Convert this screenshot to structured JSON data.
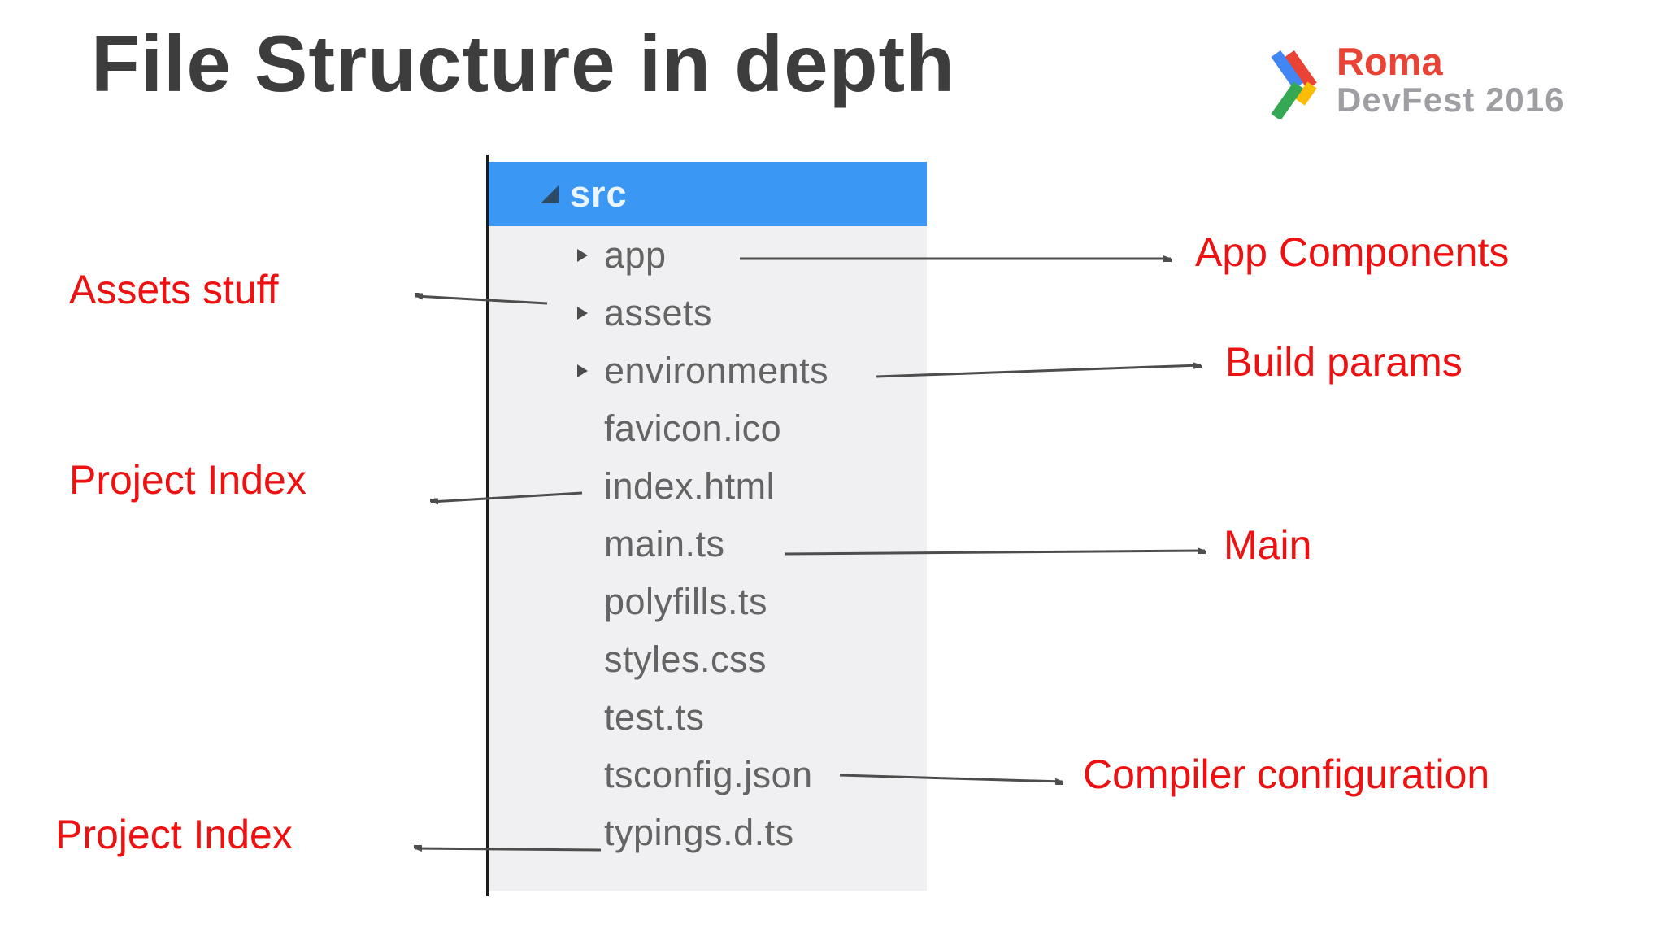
{
  "title": "File Structure in depth",
  "logo": {
    "city": "Roma",
    "event": "DevFest 2016"
  },
  "file_tree": {
    "root": "src",
    "root_state": "expanded-selected",
    "children": [
      {
        "name": "app",
        "kind": "folder"
      },
      {
        "name": "assets",
        "kind": "folder"
      },
      {
        "name": "environments",
        "kind": "folder"
      },
      {
        "name": "favicon.ico",
        "kind": "file"
      },
      {
        "name": "index.html",
        "kind": "file"
      },
      {
        "name": "main.ts",
        "kind": "file"
      },
      {
        "name": "polyfills.ts",
        "kind": "file"
      },
      {
        "name": "styles.css",
        "kind": "file"
      },
      {
        "name": "test.ts",
        "kind": "file"
      },
      {
        "name": "tsconfig.json",
        "kind": "file"
      },
      {
        "name": "typings.d.ts",
        "kind": "file"
      }
    ]
  },
  "annotations": {
    "assets_stuff": "Assets stuff",
    "project_index_top": "Project Index",
    "project_index_bottom": "Project Index",
    "app_components": "App Components",
    "build_params": "Build params",
    "main": "Main",
    "compiler_configuration": "Compiler configuration"
  },
  "colors": {
    "selected_row_blue": "#3b97f4",
    "tree_background": "#f0eff1",
    "tree_text_gray": "#646464",
    "annotation_red": "#ee1111",
    "title_gray": "#3d3d3d",
    "arrow_gray": "#4d4d4d",
    "logo_red": "#ea4335",
    "logo_blue": "#4285f4",
    "logo_green": "#34a853",
    "logo_yellow": "#fbbc05",
    "devfest_text_gray": "#9e9ea3"
  }
}
